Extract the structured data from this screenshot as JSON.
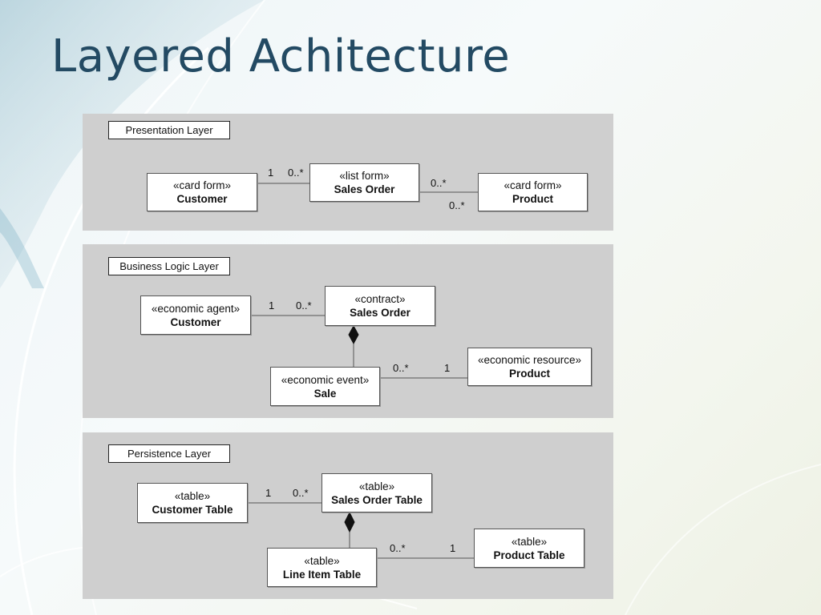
{
  "slide": {
    "title": "Layered Achitecture"
  },
  "layers": {
    "presentation": {
      "label": "Presentation Layer",
      "customer": {
        "stereotype": "«card form»",
        "name": "Customer"
      },
      "sales_order": {
        "stereotype": "«list form»",
        "name": "Sales Order"
      },
      "product": {
        "stereotype": "«card form»",
        "name": "Product"
      },
      "mult_customer_side": "1",
      "mult_order_side": "0..*",
      "mult_order_product_top": "0..*",
      "mult_order_product_bottom": "0..*"
    },
    "business": {
      "label": "Business Logic Layer",
      "customer": {
        "stereotype": "«economic agent»",
        "name": "Customer"
      },
      "sales_order": {
        "stereotype": "«contract»",
        "name": "Sales Order"
      },
      "sale": {
        "stereotype": "«economic event»",
        "name": "Sale"
      },
      "product": {
        "stereotype": "«economic resource»",
        "name": "Product"
      },
      "mult_customer_side": "1",
      "mult_order_side": "0..*",
      "mult_sale_side": "0..*",
      "mult_product_side": "1"
    },
    "persistence": {
      "label": "Persistence Layer",
      "customer_table": {
        "stereotype": "«table»",
        "name": "Customer Table"
      },
      "sales_order_table": {
        "stereotype": "«table»",
        "name": "Sales Order Table"
      },
      "line_item_table": {
        "stereotype": "«table»",
        "name": "Line Item Table"
      },
      "product_table": {
        "stereotype": "«table»",
        "name": "Product Table"
      },
      "mult_customer_side": "1",
      "mult_order_side": "0..*",
      "mult_line_item_side": "0..*",
      "mult_product_side": "1"
    }
  }
}
